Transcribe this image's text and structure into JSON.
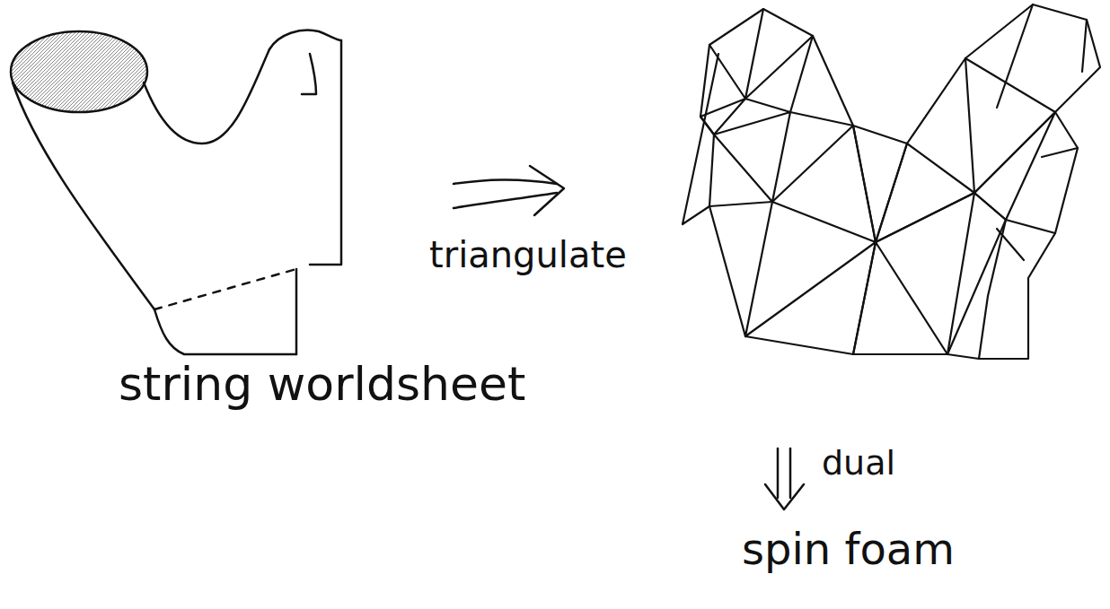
{
  "diagram": {
    "labels": [
      "string worldsheet",
      "triangulate",
      "dual",
      "spin foam"
    ]
  }
}
